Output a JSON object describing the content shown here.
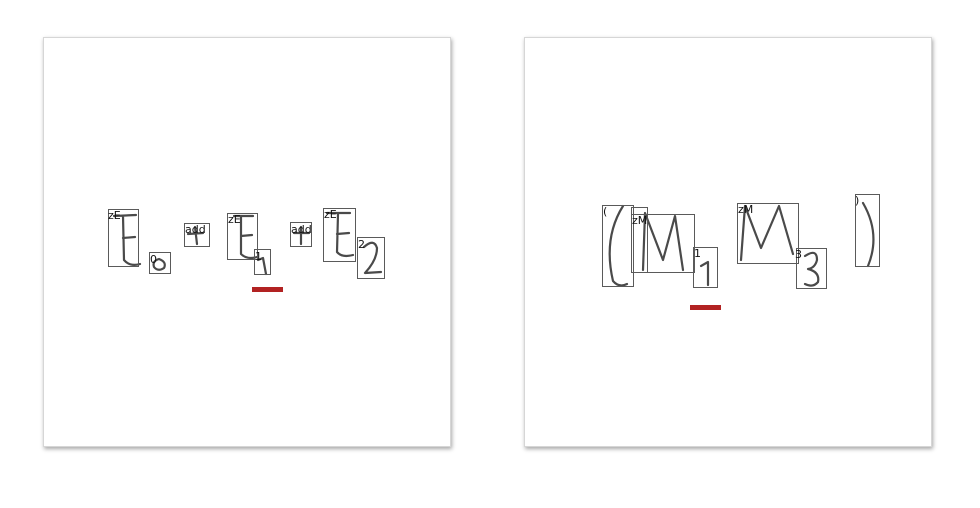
{
  "colors": {
    "marker": "#b22222",
    "box": "#5a5a5a",
    "ink": "#4a4a4a"
  },
  "left_panel": {
    "labels": {
      "zE_1": "zE",
      "sub_0": "0",
      "add_1": "add",
      "zE_2": "zE",
      "sub_1": "1",
      "add_2": "add",
      "zE_3": "zE",
      "sub_2": "2"
    }
  },
  "right_panel": {
    "labels": {
      "open_paren": "(",
      "zM_1": "zM",
      "sub_1": "1",
      "zM_2": "zM",
      "sub_3": "3",
      "close_paren": ")"
    }
  }
}
